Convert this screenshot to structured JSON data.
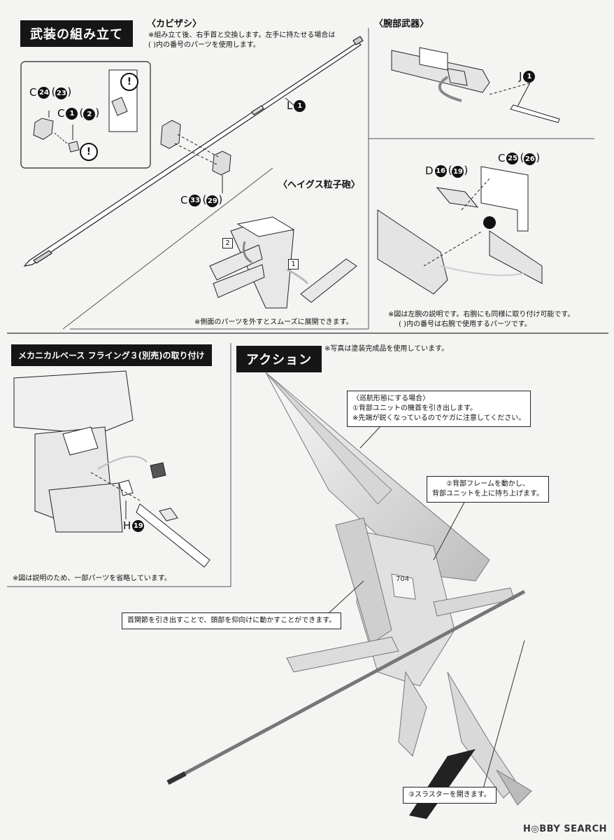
{
  "section1": {
    "title": "武装の組み立て",
    "kabizashi": {
      "title": "〈カビザシ〉",
      "note_line1": "※組み立て後、右手首と交換します。左手に持たせる場合は",
      "note_line2": "( )内の番号のパーツを使用します。",
      "labels": {
        "c24": {
          "letter": "C",
          "num": "24",
          "paren": "23"
        },
        "c1": {
          "letter": "C",
          "num": "1",
          "paren": "2"
        },
        "l1": {
          "letter": "L",
          "num": "1"
        },
        "c33": {
          "letter": "C",
          "num": "33",
          "paren": "29"
        }
      },
      "excl": "!"
    },
    "arm_weapon": {
      "title": "〈腕部武器〉",
      "j1": {
        "letter": "J",
        "num": "1"
      },
      "d16": {
        "letter": "D",
        "num": "16",
        "paren": "19"
      },
      "c25": {
        "letter": "C",
        "num": "25",
        "paren": "26"
      },
      "note_line1": "※図は左腕の説明です。右腕にも同様に取り付け可能です。",
      "note_line2": "( )内の番号は右腕で使用するパーツです。"
    },
    "heigus": {
      "title": "〈ヘイグス粒子砲〉",
      "step1": "1",
      "step2": "2",
      "note": "※側面のパーツを外すとスムーズに展開できます。"
    }
  },
  "section2": {
    "title": "メカニカルベース フライング３(別売)の取り付け",
    "h19": {
      "letter": "H",
      "num": "19"
    },
    "note": "※図は説明のため、一部パーツを省略しています。"
  },
  "section3": {
    "title": "アクション",
    "photo_note": "※写真は塗装完成品を使用しています。",
    "callout1_line1": "〈巡航形態にする場合〉",
    "callout1_line2": "①背部ユニットの機首を引き出します。",
    "callout1_line3": "※先端が鋭くなっているのでケガに注意してください。",
    "callout2_line1": "②背部フレームを動かし、",
    "callout2_line2": "背部ユニットを上に持ち上げます。",
    "callout3": "首関節を引き出すことで、頭部を仰向けに動かすことができます。",
    "callout4": "③スラスターを開きます。",
    "model_marking": "704"
  },
  "watermark": "H◎BBY SEARCH"
}
